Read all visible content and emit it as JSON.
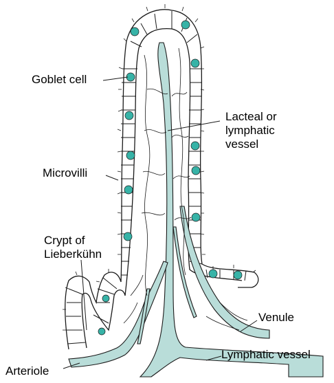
{
  "labels": {
    "goblet_cell": "Goblet cell",
    "lacteal": [
      "Lacteal or",
      "lymphatic",
      "vessel"
    ],
    "microvilli": "Microvilli",
    "crypt": [
      "Crypt of",
      "Lieberkühn"
    ],
    "venule": "Venule",
    "lymphatic_vessel": "Lymphatic vessel",
    "arteriole": "Arteriole"
  },
  "colors": {
    "vessel_fill": "#b9ddd9",
    "goblet_fill": "#37b3a7",
    "outline": "#1a1a1a"
  }
}
